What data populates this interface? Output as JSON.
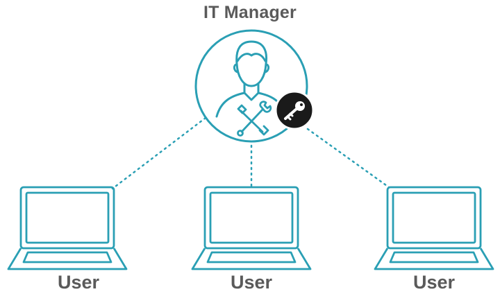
{
  "manager": {
    "title": "IT Manager",
    "icon": "person-icon",
    "badge_icon": "key-icon",
    "tools_icon": "wrench-screwdriver-icon"
  },
  "users": [
    {
      "label": "User",
      "icon": "laptop-icon"
    },
    {
      "label": "User",
      "icon": "laptop-icon"
    },
    {
      "label": "User",
      "icon": "laptop-icon"
    }
  ],
  "colors": {
    "outline": "#2a9fb4",
    "text": "#5a5a5a",
    "badge": "#1a1a1a",
    "background": "#ffffff"
  }
}
